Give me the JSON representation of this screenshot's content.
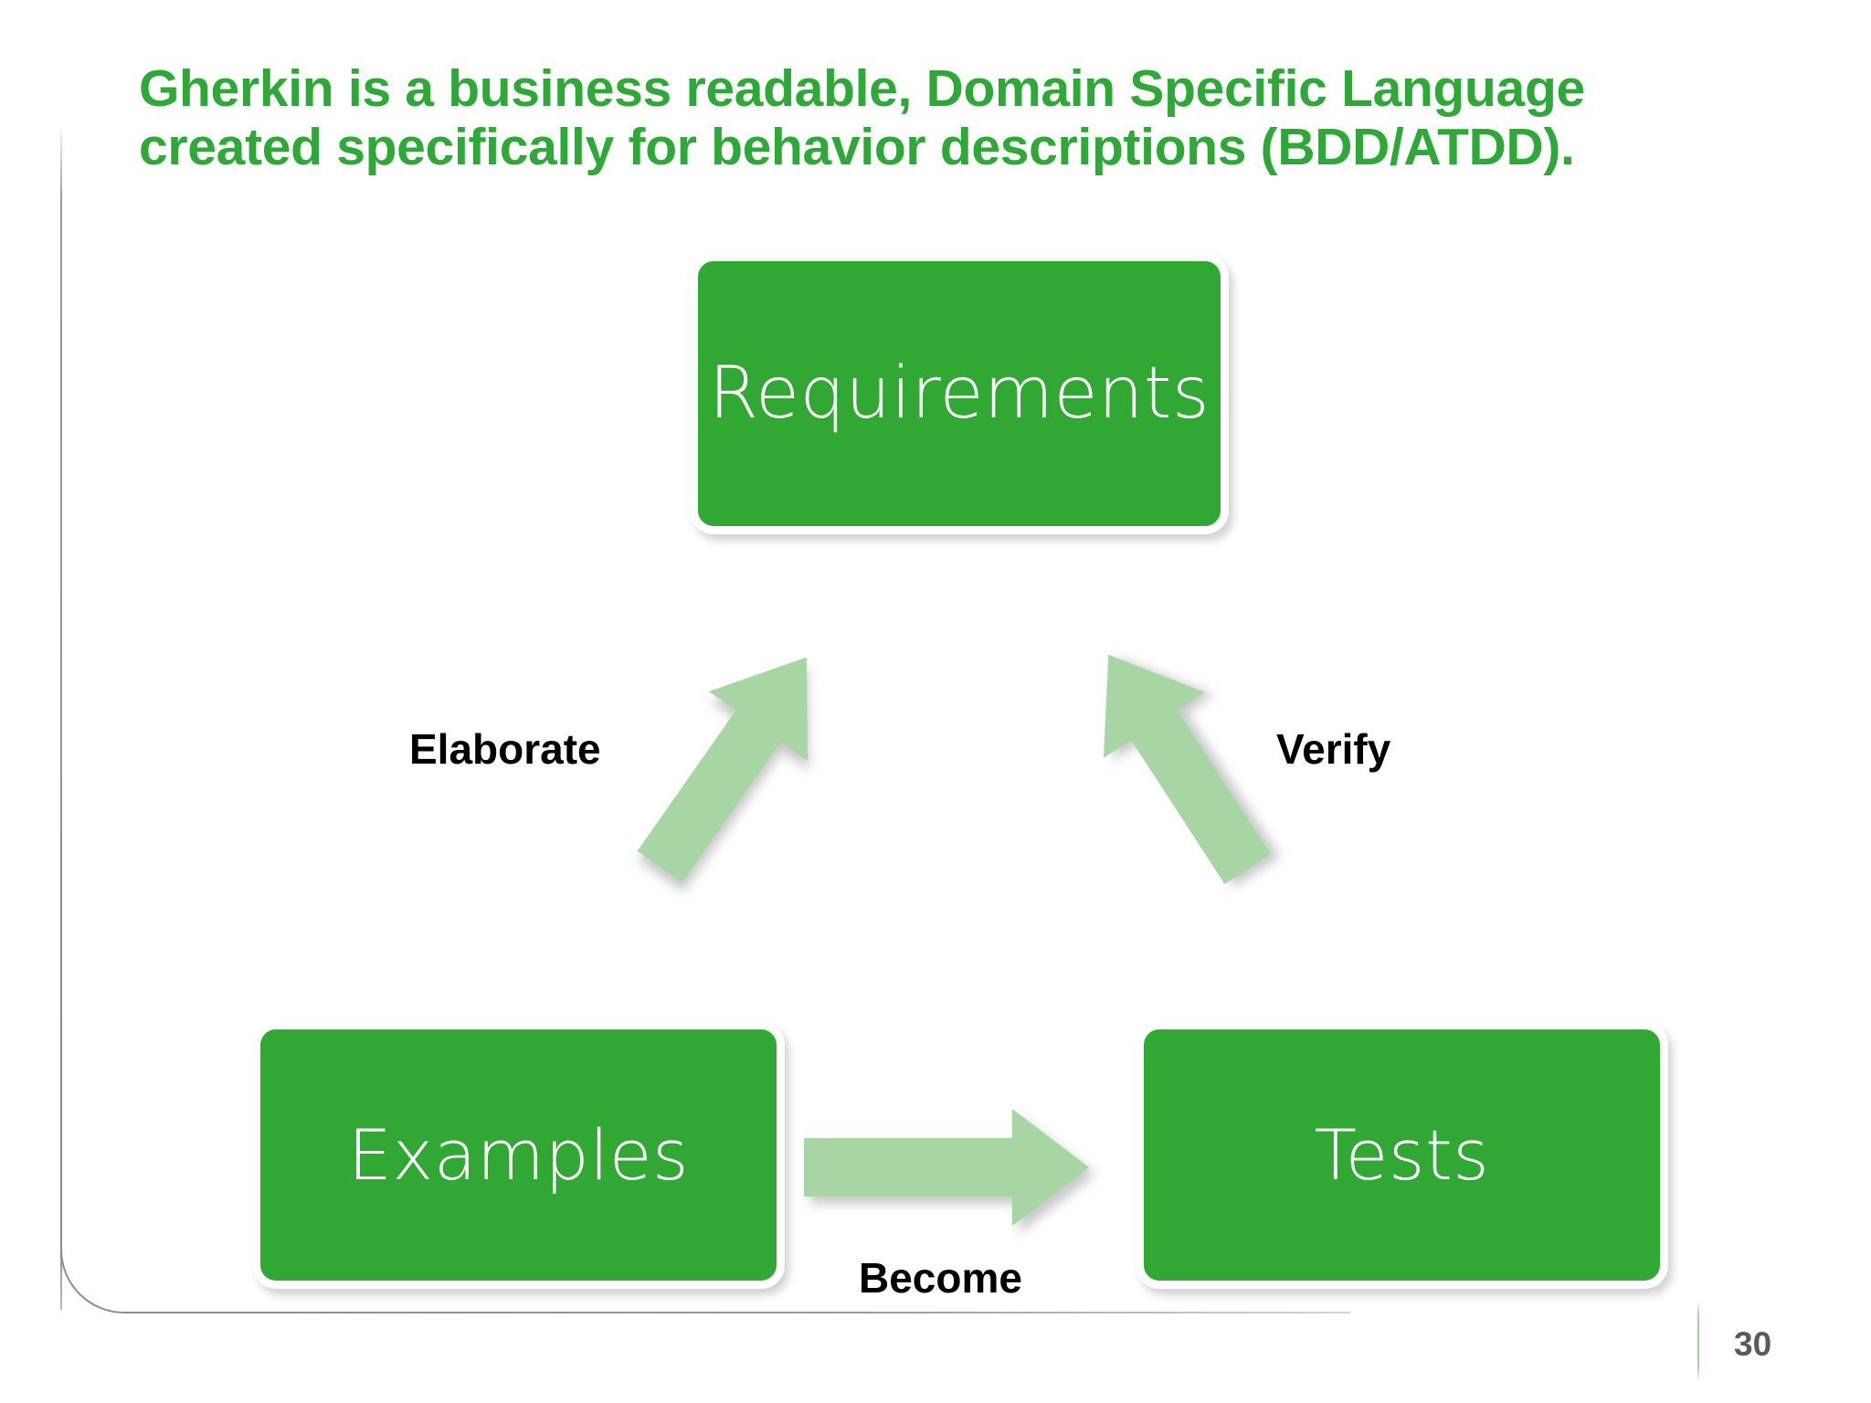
{
  "slide": {
    "title_line1": "Gherkin is a business readable, Domain Specific Language",
    "title_line2": "created specifically for behavior descriptions (BDD/ATDD).",
    "page_number": "30",
    "title_color": "#2EA836",
    "box_color": "#32A834",
    "arrow_color": "#A8D5A4",
    "label_color": "#000000",
    "page_number_color": "#5A5A58",
    "background_color": "#FFFFFF"
  },
  "diagram": {
    "nodes": [
      {
        "id": "requirements",
        "label": "Requirements"
      },
      {
        "id": "examples",
        "label": "Examples"
      },
      {
        "id": "tests",
        "label": "Tests"
      }
    ],
    "edges": [
      {
        "id": "elaborate",
        "label": "Elaborate",
        "from": "examples",
        "to": "requirements",
        "direction": "up-right"
      },
      {
        "id": "verify",
        "label": "Verify",
        "from": "tests",
        "to": "requirements",
        "direction": "up-left"
      },
      {
        "id": "become",
        "label": "Become",
        "from": "examples",
        "to": "tests",
        "direction": "right"
      }
    ]
  }
}
